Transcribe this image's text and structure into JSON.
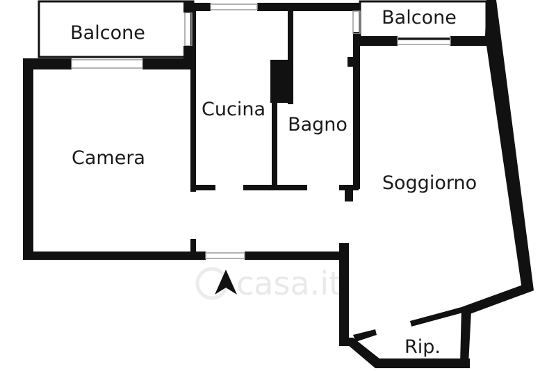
{
  "plan": {
    "wall_color": "#111111",
    "floor_color": "#ffffff",
    "rooms": {
      "balcone_left": "Balcone",
      "balcone_right": "Balcone",
      "cucina": "Cucina",
      "bagno": "Bagno",
      "camera": "Camera",
      "soggiorno": "Soggiorno",
      "ripostiglio": "Rip."
    },
    "entrance_icon": "entrance-arrow-icon"
  },
  "watermark": {
    "text": "casa.it",
    "color": "#e9e9e9"
  }
}
